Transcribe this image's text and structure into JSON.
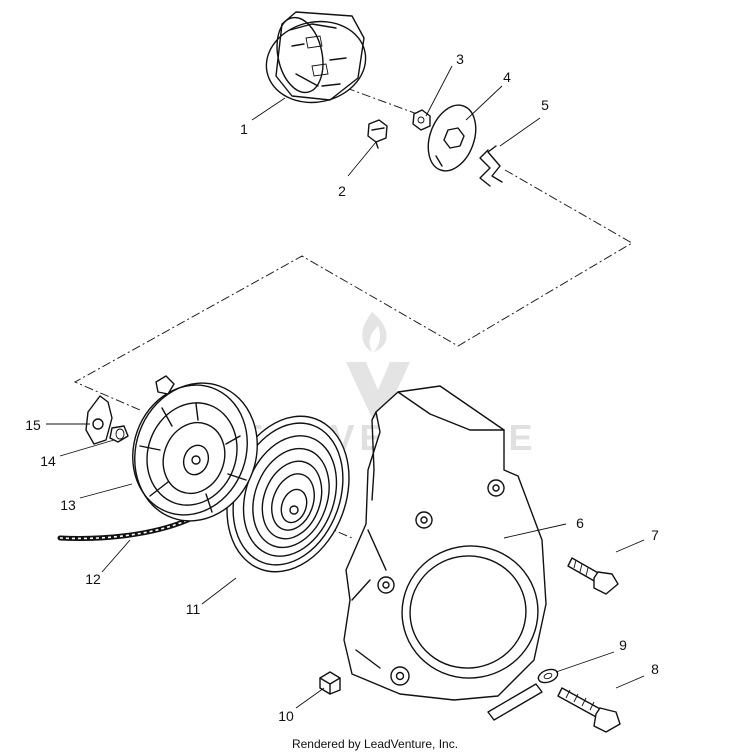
{
  "callouts": [
    "1",
    "2",
    "3",
    "4",
    "5",
    "6",
    "7",
    "8",
    "9",
    "10",
    "11",
    "12",
    "13",
    "14",
    "15"
  ],
  "watermark": {
    "text": "LEADVENTURE"
  },
  "footer": {
    "text": "Rendered by LeadVenture, Inc."
  }
}
